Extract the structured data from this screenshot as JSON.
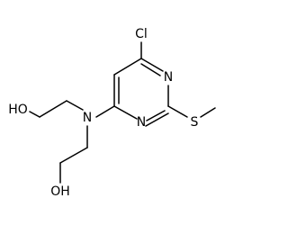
{
  "structure": {
    "atoms": {
      "cl": "Cl",
      "n_ring_right": "N",
      "n_ring_bottom": "N",
      "n_amine": "N",
      "s_thio": "S",
      "oh_upper": "HO",
      "oh_lower": "OH"
    }
  }
}
